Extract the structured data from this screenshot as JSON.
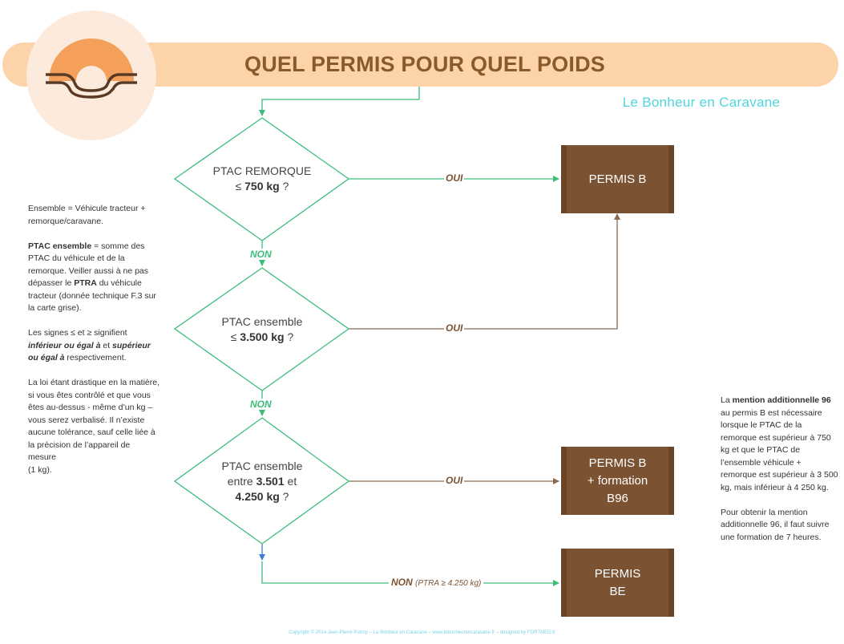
{
  "header": {
    "title": "QUEL PERMIS POUR QUEL POIDS",
    "brand": "Le Bonheur en Caravane"
  },
  "colors": {
    "header_bar": "#fdd4a9",
    "logo_orange": "#f5a05a",
    "title": "#8a5a2b",
    "brand": "#4fd5dc",
    "diamond_stroke": "#3bbd7a",
    "box_fill": "#7b5232",
    "connector_brown": "#8a6a52",
    "final_arrow_blue": "#3c7cd4"
  },
  "decisions": [
    {
      "line1": "PTAC REMORQUE",
      "line2_prefix": "≤ ",
      "line2_bold": "750 kg",
      "line2_suffix": " ?"
    },
    {
      "line1": "PTAC ensemble",
      "line2_prefix": "≤ ",
      "line2_bold": "3.500 kg",
      "line2_suffix": " ?"
    },
    {
      "line1": "PTAC ensemble",
      "line2_prefix": "entre ",
      "line2_bold": "3.501",
      "line2_suffix": " et",
      "line3_bold": "4.250 kg",
      "line3_suffix": " ?"
    }
  ],
  "results": [
    {
      "line1": "PERMIS B"
    },
    {
      "line1": "PERMIS B",
      "line2": "+ formation",
      "line3": "B96"
    },
    {
      "line1": "PERMIS",
      "line2": "BE"
    }
  ],
  "labels": {
    "oui": "OUI",
    "non": "NON",
    "non_last": "NON",
    "non_last_note": "(PTRA ≥ 4.250 kg)"
  },
  "left_note": {
    "p1": "Ensemble = Véhicule tracteur + remorque/caravane.",
    "p2_bold": "PTAC ensemble",
    "p2_a": " = somme des PTAC du véhicule et de la remorque. Veiller aussi à ne pas dépasser le ",
    "p2_bold2": "PTRA",
    "p2_b": " du véhicule tracteur (donnée technique F.3 sur la carte grise).",
    "p3_a": "Les signes ≤ et ≥ signifient ",
    "p3_em1": "inférieur ou égal à",
    "p3_b": " et ",
    "p3_em2": "supérieur ou égal à",
    "p3_c": " respectivement.",
    "p4": "La loi étant drastique en la matière, si vous êtes contrôlé et que vous êtes au-dessus - même d’un kg – vous serez verbalisé. Il n’existe aucune tolérance, sauf celle liée à la précision de l’appareil de mesure",
    "p4_end": "(1 kg)."
  },
  "right_note": {
    "p1_a": "La ",
    "p1_bold": "mention additionnelle 96",
    "p1_b": " au permis B est nécessaire lorsque le PTAC de la remorque est supérieur à 750 kg et que le PTAC de l’ensemble véhicule + remorque est supérieur à 3 500 kg, mais inférieur à 4 250 kg.",
    "p2": "Pour obtenir la mention additionnelle 96, il faut suivre une formation de 7 heures."
  },
  "footer": {
    "copyright": "Copyright © 2014 Jean-Pierre Potrop – Le Bonheur en Caravane – www.lebonheurencaravane.fr – designed by FORTMED.fr"
  }
}
